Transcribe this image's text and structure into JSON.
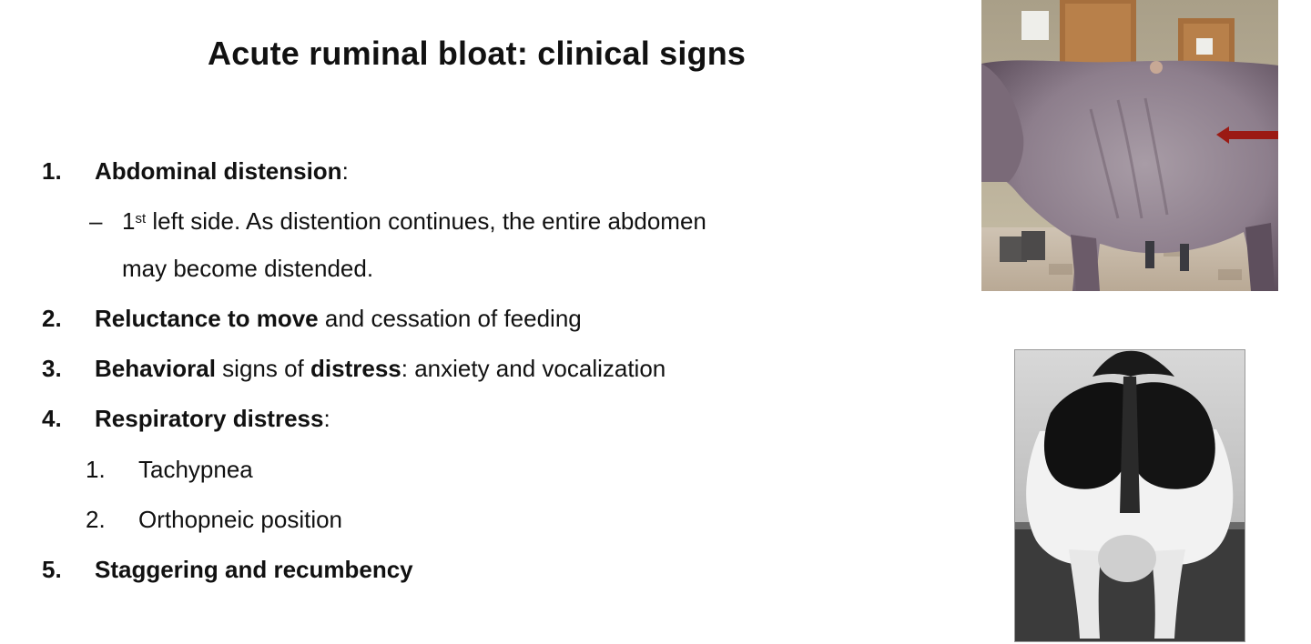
{
  "slide": {
    "title": "Acute ruminal bloat: clinical signs"
  },
  "list": {
    "item1": {
      "number": "1.",
      "bold": "Abdominal distension",
      "rest": ":"
    },
    "item1_sub": {
      "dash": "–",
      "sup_prefix": "1",
      "sup": "st",
      "line1_rest": " left side. As distention continues, the entire abdomen",
      "line2": "may become distended."
    },
    "item2": {
      "number": "2.",
      "bold": "Reluctance to move",
      "rest": " and cessation of feeding"
    },
    "item3": {
      "number": "3.",
      "bold1": "Behavioral",
      "mid": " signs of ",
      "bold2": "distress",
      "rest": ": anxiety and vocalization"
    },
    "item4": {
      "number": "4.",
      "bold": "Respiratory distress",
      "rest": ":"
    },
    "item4_sub1": {
      "number": "1.",
      "text": "Tachypnea"
    },
    "item4_sub2": {
      "number": "2.",
      "text": "Orthopneic position"
    },
    "item5": {
      "number": "5.",
      "bold": "Staggering and recumbency"
    }
  },
  "images": {
    "top_photo": "bloated-cow-side-photo",
    "bottom_photo": "bloated-cow-rear-photo",
    "arrow_color": "#9b1a14"
  }
}
